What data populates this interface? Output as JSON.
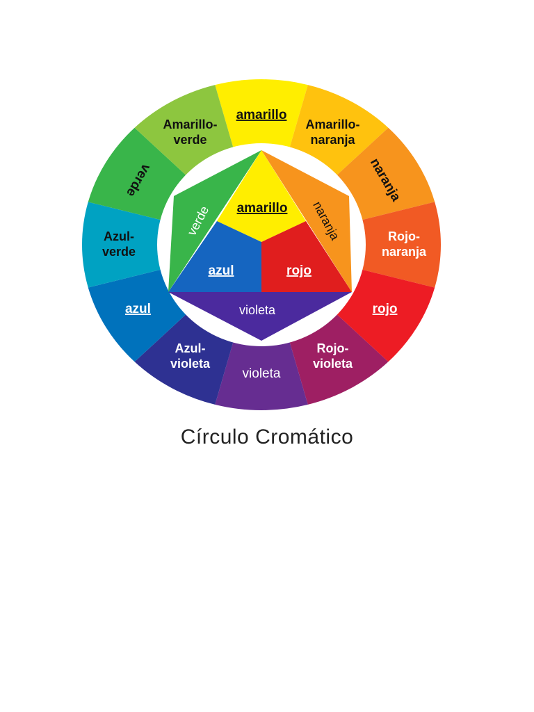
{
  "caption": "Círculo Cromático",
  "outer_ring": [
    {
      "key": "amarillo",
      "color": "#FFEE00",
      "lines": [
        "amarillo"
      ],
      "dark": true,
      "underline": true
    },
    {
      "key": "amarillo-naranja",
      "color": "#FFC20E",
      "lines": [
        "Amarillo-",
        "naranja"
      ],
      "dark": true
    },
    {
      "key": "naranja",
      "color": "#F7941D",
      "lines": [
        "naranja"
      ],
      "dark": true,
      "rotate": true
    },
    {
      "key": "rojo-naranja",
      "color": "#F15A24",
      "lines": [
        "Rojo-",
        "naranja"
      ]
    },
    {
      "key": "rojo",
      "color": "#ED1C24",
      "lines": [
        "rojo"
      ],
      "underline": true
    },
    {
      "key": "rojo-violeta",
      "color": "#9E1F63",
      "lines": [
        "Rojo-",
        "violeta"
      ]
    },
    {
      "key": "violeta",
      "color": "#662D91",
      "lines": [
        "violeta"
      ],
      "normal": true
    },
    {
      "key": "azul-violeta",
      "color": "#2E3192",
      "lines": [
        "Azul-",
        "violeta"
      ]
    },
    {
      "key": "azul",
      "color": "#0072BC",
      "lines": [
        "azul"
      ],
      "underline": true
    },
    {
      "key": "azul-verde",
      "color": "#00A2C2",
      "lines": [
        "Azul-",
        "verde"
      ],
      "dark": true
    },
    {
      "key": "verde",
      "color": "#39B54A",
      "lines": [
        "verde"
      ],
      "dark": true,
      "rotate": true
    },
    {
      "key": "amarillo-verde",
      "color": "#8DC63F",
      "lines": [
        "Amarillo-",
        "verde"
      ],
      "dark": true
    }
  ],
  "center": {
    "amarillo": {
      "label": "amarillo",
      "color": "#FFEE00"
    },
    "azul": {
      "label": "azul",
      "color": "#1565C0"
    },
    "rojo": {
      "label": "rojo",
      "color": "#E01E1E"
    },
    "verde": {
      "label": "verde",
      "color": "#39B54A"
    },
    "naranja": {
      "label": "naranja",
      "color": "#F7941D"
    },
    "violeta": {
      "label": "violeta",
      "color": "#4B2A9E"
    }
  }
}
